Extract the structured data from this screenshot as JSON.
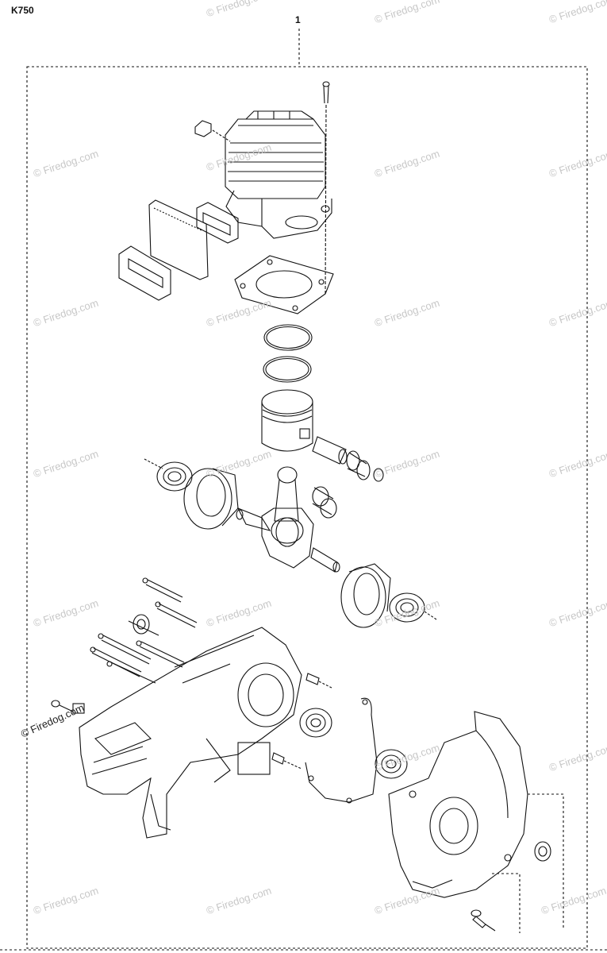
{
  "diagram": {
    "model": "K750",
    "callout": "1",
    "watermark": "© Firedog.com"
  }
}
